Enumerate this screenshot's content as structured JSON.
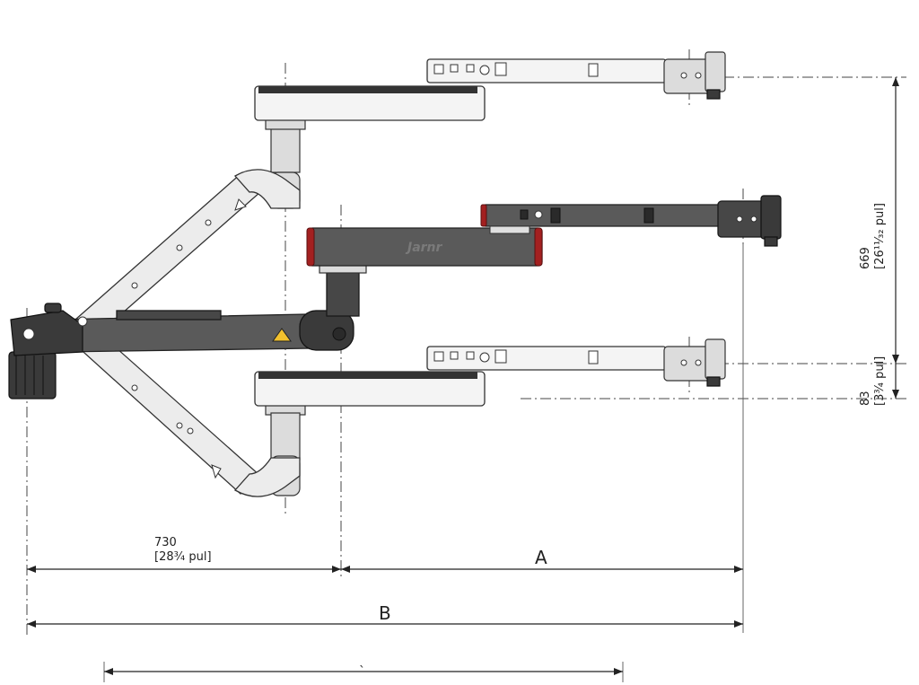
{
  "dimensions": {
    "vertical_669": {
      "value": "669",
      "sub": "[26¹¹⁄₃₂ pul]"
    },
    "vertical_83": {
      "value": "83",
      "sub": "[3¾ pul]"
    },
    "horizontal_730": {
      "value": "730",
      "sub": "[28¾ pul]"
    },
    "horizontal_A": {
      "label": "A"
    },
    "horizontal_B": {
      "label": "B"
    },
    "horizontal_C": {
      "label": "ˎ"
    }
  },
  "branding": {
    "logo_text": "Jarnr"
  },
  "colors": {
    "arm_dark": "#5a5a5a",
    "arm_light": "#f4f4f4",
    "accent_red": "#a32020",
    "warning_yellow": "#f2c12e"
  }
}
